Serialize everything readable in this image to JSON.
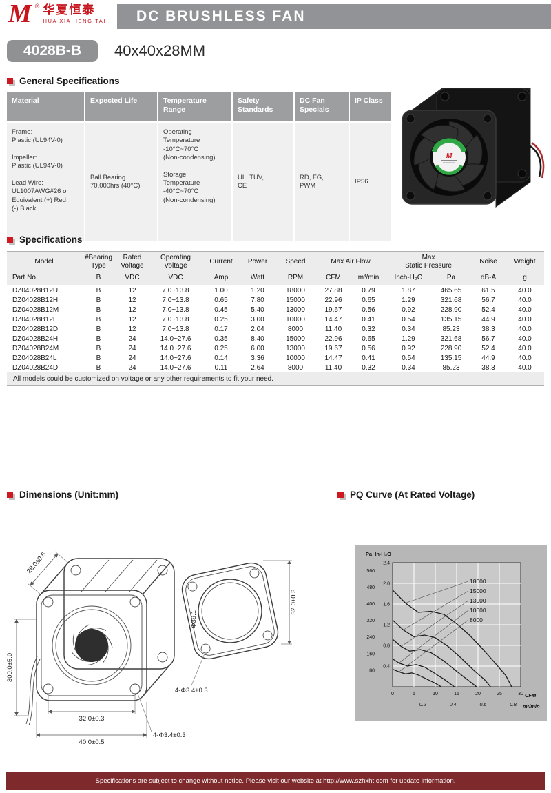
{
  "header": {
    "banner_title": "DC BRUSHLESS FAN",
    "logo": {
      "mark": "M",
      "registered": "®",
      "brand_cn": "华夏恒泰",
      "brand_en": "HUA XIA HENG TAI"
    }
  },
  "model": {
    "code": "4028B-B",
    "size": "40x40x28MM"
  },
  "general_specifications": {
    "title": "General Specifications",
    "columns": [
      "Material",
      "Expected Life",
      "Temperature\nRange",
      "Safety\nStandards",
      "DC Fan\nSpecials",
      "IP Class"
    ],
    "cells": [
      "Frame:\nPlastic (UL94V-0)\n\nImpeller:\nPlastic (UL94V-0)\n\nLead Wire:\nUL1007AWG#26 or\nEquivalent (+) Red,\n(-) Black",
      "Ball Bearing\n70,000hrs (40°C)",
      "Operating\nTemperature\n-10°C~70°C\n(Non-condensing)\n\nStorage\nTemperature\n-40°C~70°C\n(Non-condensing)",
      "UL, TUV,\nCE",
      "RD, FG,\nPWM",
      "IP56"
    ]
  },
  "specifications": {
    "title": "Specifications",
    "header_groups": [
      {
        "label": "Model",
        "span": 1
      },
      {
        "label": "#Bearing\nType",
        "span": 1
      },
      {
        "label": "Rated\nVoltage",
        "span": 1
      },
      {
        "label": "Operating\nVoltage",
        "span": 1
      },
      {
        "label": "Current",
        "span": 1
      },
      {
        "label": "Power",
        "span": 1
      },
      {
        "label": "Speed",
        "span": 1
      },
      {
        "label": "Max Air Flow",
        "span": 2
      },
      {
        "label": "Max\nStatic Pressure",
        "span": 2
      },
      {
        "label": "Noise",
        "span": 1
      },
      {
        "label": "Weight",
        "span": 1
      }
    ],
    "sub_headers": [
      "Part No.",
      "B",
      "VDC",
      "VDC",
      "Amp",
      "Watt",
      "RPM",
      "CFM",
      "m³/min",
      "Inch-H₂O",
      "Pa",
      "dB-A",
      "g"
    ],
    "rows": [
      [
        "DZ04028B12U",
        "B",
        "12",
        "7.0~13.8",
        "1.00",
        "1.20",
        "18000",
        "27.88",
        "0.79",
        "1.87",
        "465.65",
        "61.5",
        "40.0"
      ],
      [
        "DZ04028B12H",
        "B",
        "12",
        "7.0~13.8",
        "0.65",
        "7.80",
        "15000",
        "22.96",
        "0.65",
        "1.29",
        "321.68",
        "56.7",
        "40.0"
      ],
      [
        "DZ04028B12M",
        "B",
        "12",
        "7.0~13.8",
        "0.45",
        "5.40",
        "13000",
        "19.67",
        "0.56",
        "0.92",
        "228.90",
        "52.4",
        "40.0"
      ],
      [
        "DZ04028B12L",
        "B",
        "12",
        "7.0~13.8",
        "0.25",
        "3.00",
        "10000",
        "14.47",
        "0.41",
        "0.54",
        "135.15",
        "44.9",
        "40.0"
      ],
      [
        "DZ04028B12D",
        "B",
        "12",
        "7.0~13.8",
        "0.17",
        "2.04",
        "8000",
        "11.40",
        "0.32",
        "0.34",
        "85.23",
        "38.3",
        "40.0"
      ],
      [
        "DZ04028B24H",
        "B",
        "24",
        "14.0~27.6",
        "0.35",
        "8.40",
        "15000",
        "22.96",
        "0.65",
        "1.29",
        "321.68",
        "56.7",
        "40.0"
      ],
      [
        "DZ04028B24M",
        "B",
        "24",
        "14.0~27.6",
        "0.25",
        "6.00",
        "13000",
        "19.67",
        "0.56",
        "0.92",
        "228.90",
        "52.4",
        "40.0"
      ],
      [
        "DZ04028B24L",
        "B",
        "24",
        "14.0~27.6",
        "0.14",
        "3.36",
        "10000",
        "14.47",
        "0.41",
        "0.54",
        "135.15",
        "44.9",
        "40.0"
      ],
      [
        "DZ04028B24D",
        "B",
        "24",
        "14.0~27.6",
        "0.11",
        "2.64",
        "8000",
        "11.40",
        "0.32",
        "0.34",
        "85.23",
        "38.3",
        "40.0"
      ]
    ],
    "note": "All models could be customized on voltage or any other requirements to fit your need."
  },
  "dimensions": {
    "title": "Dimensions (Unit:mm)",
    "labels": {
      "depth": "28.0±0.5",
      "lead_wire": "300.0±5.0",
      "plate_height": "32.0±0.3",
      "impeller_circle": "Φ39.1",
      "plate_holes": "4-Φ3.4±0.3",
      "hole_pitch": "32.0±0.3",
      "width": "40.0±0.5",
      "frame_holes": "4-Φ3.4±0.3"
    }
  },
  "pq_curve": {
    "title": "PQ Curve (At Rated Voltage)"
  },
  "chart_data": {
    "type": "line",
    "title": "PQ Curve (At Rated Voltage)",
    "xlabel": "CFM",
    "xlabel2": "m³/min",
    "ylabel": "Pa",
    "ylabel2": "In-H₂O",
    "grid": true,
    "legend_position": "inside-top-right",
    "xlim_cfm": [
      0,
      30
    ],
    "ylim_inh2o": [
      0,
      2.4
    ],
    "x_ticks_cfm": [
      0,
      5,
      10,
      15,
      20,
      25,
      30
    ],
    "x_ticks_m3min": [
      0.2,
      0.4,
      0.6,
      0.8
    ],
    "y_ticks_pa": [
      80,
      160,
      240,
      320,
      400,
      480,
      560
    ],
    "y_ticks_inh2o": [
      0.4,
      0.8,
      1.2,
      1.6,
      2.0,
      2.4
    ],
    "series": [
      {
        "name": "18000",
        "max_static_pressure_inh2o": 1.87,
        "max_static_pressure_pa": 465.65,
        "max_airflow_cfm": 27.88,
        "points": [
          [
            0,
            1.87
          ],
          [
            3,
            1.62
          ],
          [
            6,
            1.44
          ],
          [
            9,
            1.46
          ],
          [
            12,
            1.4
          ],
          [
            15,
            1.22
          ],
          [
            18,
            1.0
          ],
          [
            21,
            0.74
          ],
          [
            24,
            0.46
          ],
          [
            26.5,
            0.22
          ],
          [
            27.88,
            0
          ]
        ]
      },
      {
        "name": "15000",
        "max_static_pressure_inh2o": 1.29,
        "max_static_pressure_pa": 321.68,
        "max_airflow_cfm": 22.96,
        "points": [
          [
            0,
            1.29
          ],
          [
            2.5,
            1.1
          ],
          [
            5,
            0.97
          ],
          [
            7.5,
            1.0
          ],
          [
            10,
            0.95
          ],
          [
            13,
            0.78
          ],
          [
            16,
            0.56
          ],
          [
            19,
            0.32
          ],
          [
            21.5,
            0.14
          ],
          [
            22.96,
            0
          ]
        ]
      },
      {
        "name": "13000",
        "max_static_pressure_inh2o": 0.92,
        "max_static_pressure_pa": 228.9,
        "max_airflow_cfm": 19.67,
        "points": [
          [
            0,
            0.92
          ],
          [
            2,
            0.78
          ],
          [
            4,
            0.69
          ],
          [
            6.5,
            0.72
          ],
          [
            9,
            0.66
          ],
          [
            12,
            0.5
          ],
          [
            15,
            0.3
          ],
          [
            17.5,
            0.14
          ],
          [
            19.67,
            0
          ]
        ]
      },
      {
        "name": "10000",
        "max_static_pressure_inh2o": 0.54,
        "max_static_pressure_pa": 135.15,
        "max_airflow_cfm": 14.47,
        "points": [
          [
            0,
            0.54
          ],
          [
            1.5,
            0.46
          ],
          [
            3.5,
            0.4
          ],
          [
            5.5,
            0.43
          ],
          [
            7.5,
            0.38
          ],
          [
            9.5,
            0.28
          ],
          [
            12,
            0.15
          ],
          [
            14.47,
            0
          ]
        ]
      },
      {
        "name": "8000",
        "max_static_pressure_inh2o": 0.34,
        "max_static_pressure_pa": 85.23,
        "max_airflow_cfm": 11.4,
        "points": [
          [
            0,
            0.34
          ],
          [
            1.5,
            0.29
          ],
          [
            3,
            0.25
          ],
          [
            4.5,
            0.27
          ],
          [
            6,
            0.23
          ],
          [
            8,
            0.15
          ],
          [
            10,
            0.07
          ],
          [
            11.4,
            0
          ]
        ]
      }
    ]
  },
  "footer": {
    "text": "Specifications are subject to change without notice. Please visit our website at http://www.szhxht.com for update information."
  }
}
